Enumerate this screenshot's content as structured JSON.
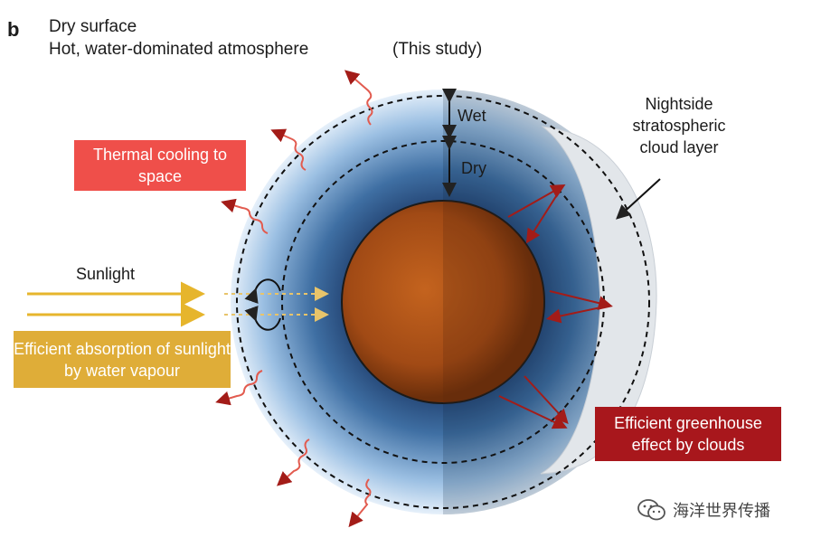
{
  "panel_label": "b",
  "header": {
    "line1": "Dry surface",
    "line2": "Hot, water-dominated atmosphere",
    "note": "(This study)"
  },
  "labels": {
    "thermal": "Thermal cooling to space",
    "sunlight": "Sunlight",
    "absorption": "Efficient absorption of sunlight by water vapour",
    "wet": "Wet",
    "dry": "Dry",
    "cloud": "Nightside stratospheric cloud layer",
    "greenhouse": "Efficient greenhouse effect by clouds"
  },
  "watermark": "海洋世界传播",
  "colors": {
    "thermal_box": "#ef4f4a",
    "absorption_box": "#dfad38",
    "greenhouse_box": "#a8171c",
    "core": "#a9501a",
    "atmosphere_blue": "#3f6fa3",
    "sunlight_arrow": "#e6b52c",
    "ir_squiggle": "#e25b4f"
  }
}
